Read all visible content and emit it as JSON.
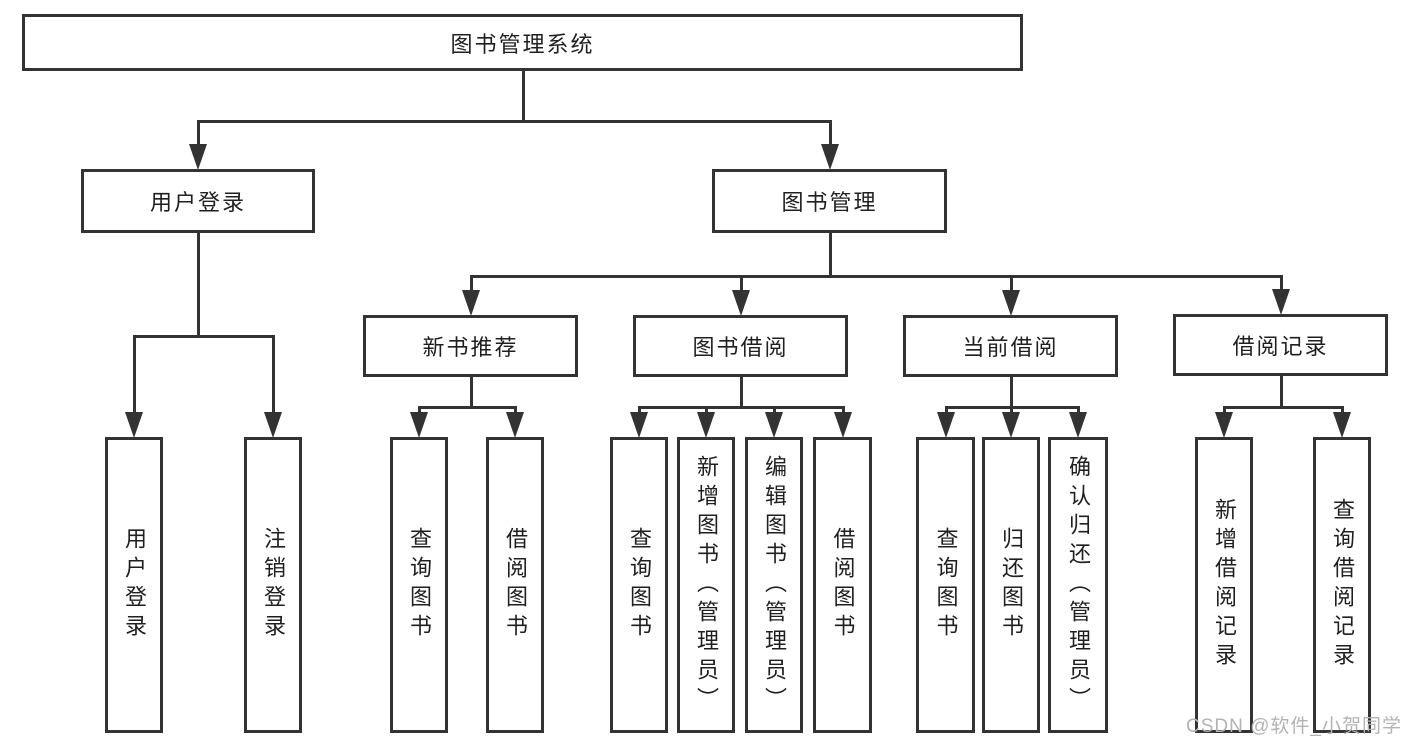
{
  "diagram": {
    "title": "图书管理系统",
    "nodes": [
      {
        "id": "root",
        "label": "图书管理系统"
      },
      {
        "id": "user-login-group",
        "label": "用户登录"
      },
      {
        "id": "book-mgmt",
        "label": "图书管理"
      },
      {
        "id": "new-book-rec",
        "label": "新书推荐"
      },
      {
        "id": "book-borrow",
        "label": "图书借阅"
      },
      {
        "id": "current-borrow",
        "label": "当前借阅"
      },
      {
        "id": "borrow-records",
        "label": "借阅记录"
      },
      {
        "id": "login",
        "label": "用户登录"
      },
      {
        "id": "logout",
        "label": "注销登录"
      },
      {
        "id": "query-book-1",
        "label": "查询图书"
      },
      {
        "id": "borrow-book-1",
        "label": "借阅图书"
      },
      {
        "id": "query-book-2",
        "label": "查询图书"
      },
      {
        "id": "add-book",
        "label": "新增图书（管理员）"
      },
      {
        "id": "edit-book",
        "label": "编辑图书（管理员）"
      },
      {
        "id": "borrow-book-2",
        "label": "借阅图书"
      },
      {
        "id": "query-book-3",
        "label": "查询图书"
      },
      {
        "id": "return-book",
        "label": "归还图书"
      },
      {
        "id": "confirm-return",
        "label": "确认归还（管理员）"
      },
      {
        "id": "add-borrow-record",
        "label": "新增借阅记录"
      },
      {
        "id": "query-borrow-record",
        "label": "查询借阅记录"
      }
    ],
    "edges": [
      {
        "from": "root",
        "to": [
          "user-login-group",
          "book-mgmt"
        ]
      },
      {
        "from": "user-login-group",
        "to": [
          "login",
          "logout"
        ]
      },
      {
        "from": "book-mgmt",
        "to": [
          "new-book-rec",
          "book-borrow",
          "current-borrow",
          "borrow-records"
        ]
      },
      {
        "from": "new-book-rec",
        "to": [
          "query-book-1",
          "borrow-book-1"
        ]
      },
      {
        "from": "book-borrow",
        "to": [
          "query-book-2",
          "add-book",
          "edit-book",
          "borrow-book-2"
        ]
      },
      {
        "from": "current-borrow",
        "to": [
          "query-book-3",
          "return-book",
          "confirm-return"
        ]
      },
      {
        "from": "borrow-records",
        "to": [
          "add-borrow-record",
          "query-borrow-record"
        ]
      }
    ]
  },
  "watermark": {
    "text": "CSDN @软件_小贺同学"
  },
  "colors": {
    "line": "#333333",
    "box_border": "#333333",
    "box_background": "#ffffff",
    "text": "#1f1f1f",
    "watermark": "#b3b3b3"
  }
}
